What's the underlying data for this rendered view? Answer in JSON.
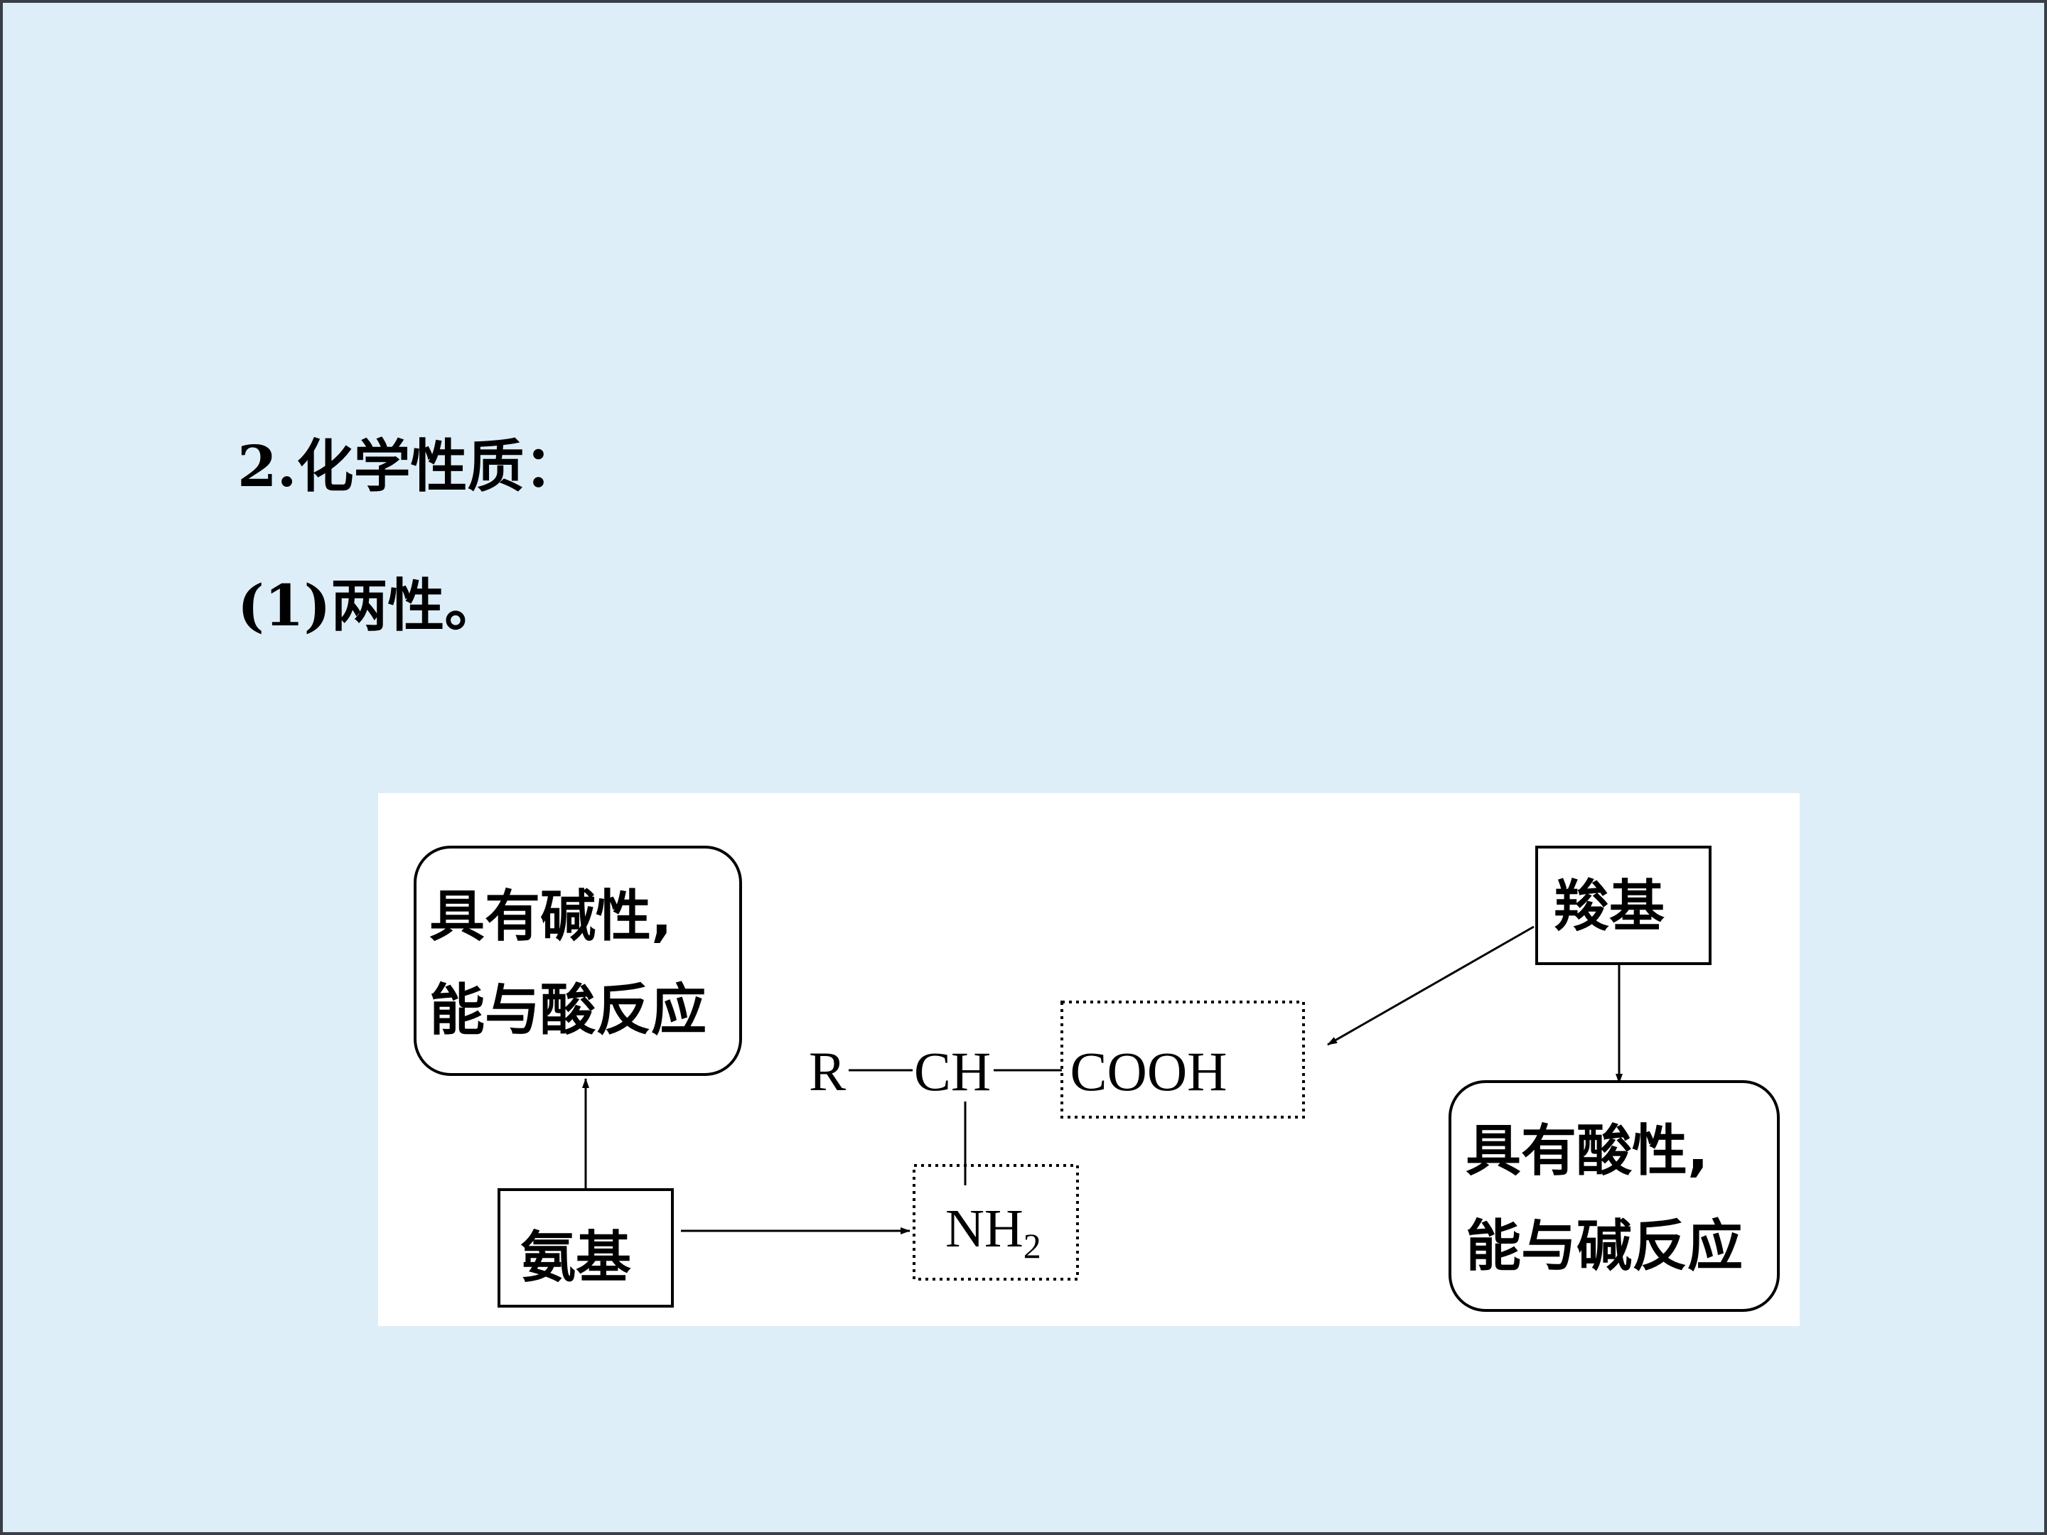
{
  "heading": "2.化学性质：",
  "subheading": "(1)两性。",
  "diagram": {
    "formula": {
      "r": "R",
      "ch": "CH",
      "cooh": "COOH",
      "nh": "NH",
      "nh_sub": "2"
    },
    "amino_label": "氨基",
    "carboxyl_label": "羧基",
    "basic_box": {
      "line1": "具有碱性,",
      "line2": "能与酸反应"
    },
    "acidic_box": {
      "line1": "具有酸性,",
      "line2": "能与碱反应"
    }
  },
  "colors": {
    "background": "#ddeef9",
    "frame": "#3a3f47",
    "diagram_bg": "#ffffff",
    "ink": "#000000"
  }
}
